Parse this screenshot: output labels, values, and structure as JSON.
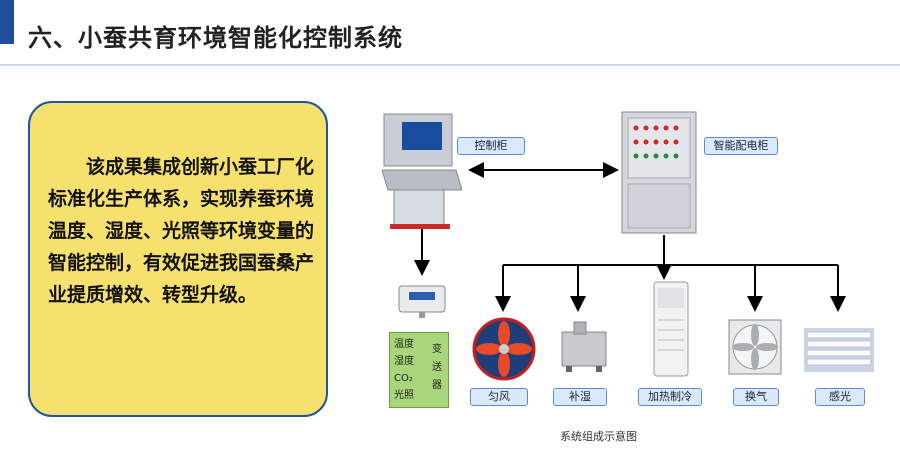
{
  "title": "六、小蚕共育环境智能化控制系统",
  "description": "该成果集成创新小蚕工厂化标准化生产体系，实现养蚕环境温度、湿度、光照等环境变量的智能控制，有效促进我国蚕桑产业提质增效、转型升级。",
  "diagram": {
    "control_console_label": "控制柜",
    "distribution_cabinet_label": "智能配电柜",
    "sensor_lines": [
      "温度",
      "湿度",
      "CO₂",
      "光照"
    ],
    "transmitter_label": "变送器",
    "actuators": [
      "匀风",
      "补湿",
      "加热制冷",
      "换气",
      "感光"
    ],
    "caption": "系统组成示意图"
  },
  "colors": {
    "accent": "#1e4e9c",
    "textbox_fill": "#f7e16e",
    "label_fill": "#d9e9ff"
  }
}
